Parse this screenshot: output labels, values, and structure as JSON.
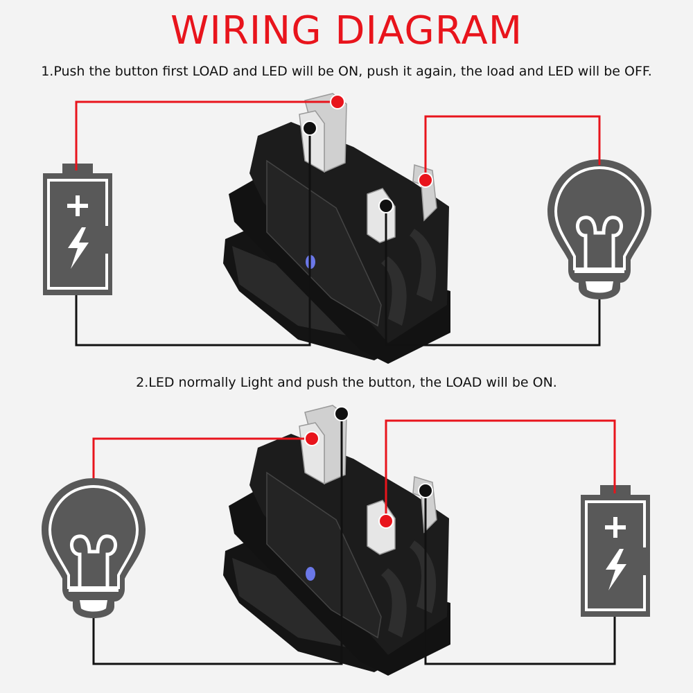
{
  "title": "WIRING DIAGRAM",
  "captions": [
    "1.Push the button first LOAD and LED will be ON, push it again, the load and LED will be OFF.",
    "2.LED normally Light and push the button, the LOAD will be ON."
  ],
  "colors": {
    "title": "#e8141c",
    "positive_wire": "#e8141c",
    "negative_wire": "#111111",
    "icon_fill": "#595959",
    "switch_body": "#1a1a1a",
    "terminal": "#d9d9d9",
    "background": "#f3f3f3"
  },
  "icons": [
    "battery-icon",
    "plus-icon",
    "lightning-bolt-icon",
    "light-bulb-icon",
    "rocker-switch"
  ]
}
